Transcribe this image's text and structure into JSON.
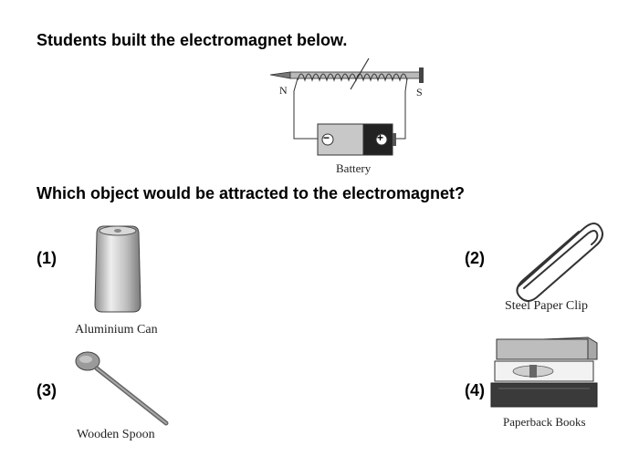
{
  "question": {
    "intro": "Students built the electromagnet below.",
    "prompt": "Which object would be attracted to the electromagnet?"
  },
  "diagram": {
    "north_label": "N",
    "south_label": "S",
    "battery_label": "Battery",
    "negative_symbol": "−",
    "positive_symbol": "+"
  },
  "options": [
    {
      "number": "(1)",
      "caption": "Aluminium Can"
    },
    {
      "number": "(2)",
      "caption": "Steel Paper Clip"
    },
    {
      "number": "(3)",
      "caption": "Wooden Spoon"
    },
    {
      "number": "(4)",
      "caption": "Paperback Books"
    }
  ]
}
